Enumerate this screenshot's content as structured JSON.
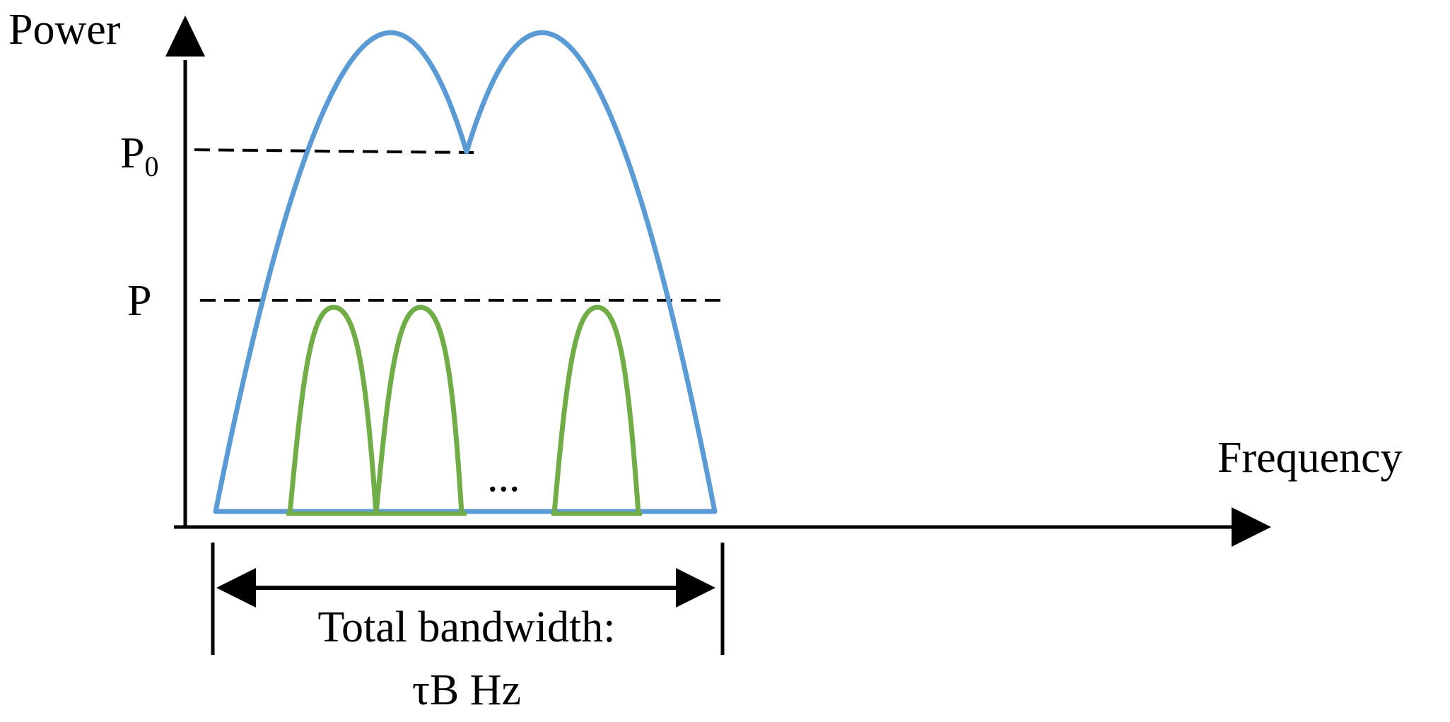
{
  "labels": {
    "y_axis": "Power",
    "x_axis": "Frequency",
    "p0_main": "P",
    "p0_sub": "0",
    "p": "P",
    "ellipsis": "...",
    "bandwidth_line1": "Total bandwidth:",
    "bandwidth_line2": "τB Hz"
  },
  "colors": {
    "envelope": "#5b9bd5",
    "subband": "#70ad47",
    "axis": "#000000",
    "dashed": "#000000"
  },
  "icons": [
    "y-axis-arrowhead-icon",
    "x-axis-arrowhead-icon",
    "bandwidth-left-arrowhead-icon",
    "bandwidth-right-arrowhead-icon"
  ]
}
